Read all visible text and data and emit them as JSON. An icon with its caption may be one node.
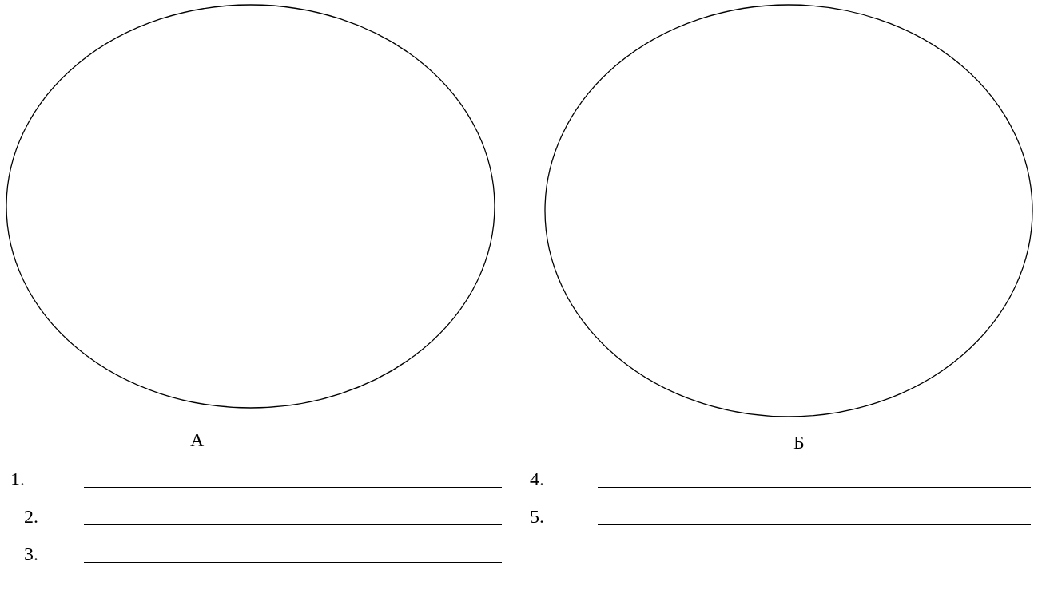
{
  "diagram": {
    "nodes": [
      {
        "text": [],
        "shape": "ellipse",
        "beside": [
          "А"
        ]
      },
      {
        "text": [],
        "shape": "ellipse",
        "beside": [
          "Б"
        ]
      }
    ],
    "labels": [
      "1.",
      "4.",
      "2.",
      "5.",
      "3."
    ]
  }
}
